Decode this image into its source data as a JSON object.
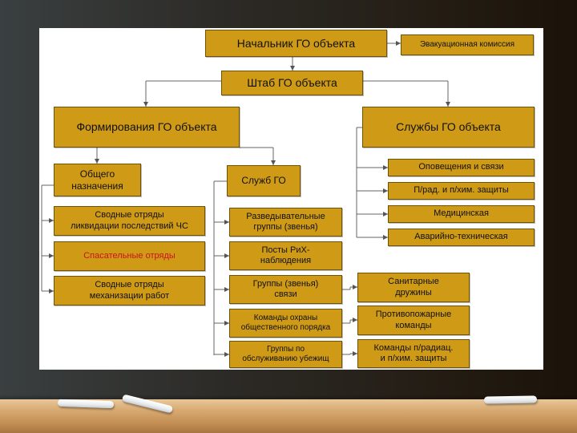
{
  "diagram": {
    "nodes": {
      "head": "Начальник ГО объекта",
      "evac": "Эвакуационная комиссия",
      "hq": "Штаб ГО объекта",
      "formations": "Формирования ГО объекта",
      "services": "Службы ГО объекта",
      "general": "Общего\nназначения",
      "sluzhb": "Служб ГО",
      "svod_liq": "Сводные отряды\nликвидации последствий ЧС",
      "rescue": "Спасательные отряды",
      "svod_mech": "Сводные отряды\nмеханизации работ",
      "recon": "Разведывательные\nгруппы (звенья)",
      "posts": "Посты РиХ-\nнаблюдения",
      "comm_groups": "Группы (звенья)\nсвязи",
      "order": "Команды охраны\nобщественного порядка",
      "shelter": "Группы по\nобслуживанию убежищ",
      "sanitary": "Санитарные\nдружины",
      "fire": "Противопожарные\nкоманды",
      "radchem_cmd": "Команды п/радиац.\nи п/хим. защиты",
      "alert_svc": "Оповещения  и связи",
      "radchem_svc": "П/рад. и п/хим. защиты",
      "medical": "Медицинская",
      "emergency": "Аварийно-техническая"
    },
    "colors": {
      "box_fill": "#cf9a16",
      "box_border": "#6e5208",
      "highlight_text": "#c8141a",
      "connector": "#666666"
    }
  }
}
